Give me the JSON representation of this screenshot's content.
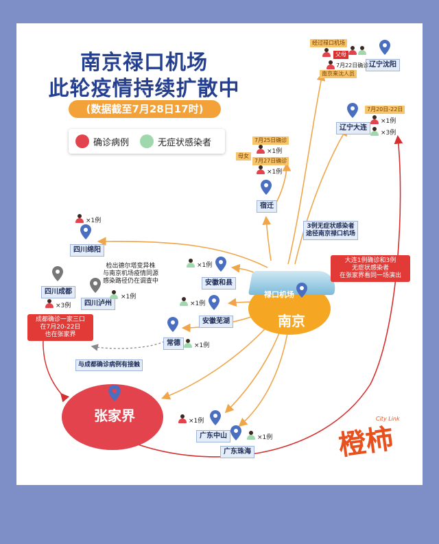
{
  "title": {
    "line1": "南京禄口机场",
    "line2": "此轮疫情持续扩散中"
  },
  "subtitle": "(数据截至7月28日17时)",
  "legend": {
    "confirmed": "确诊病例",
    "asymptomatic": "无症状感染者"
  },
  "colors": {
    "confirmed": "#e2434c",
    "asymptomatic": "#9fd8ad",
    "pin": "#4a6fc0",
    "arrow": "#f0a548",
    "red_arrow": "#d62f2f"
  },
  "hub": {
    "airport": "禄口机场",
    "city": "南京"
  },
  "zhangjiajie": "张家界",
  "cities": {
    "shenyang": "辽宁沈阳",
    "dalian": "辽宁大连",
    "suqian": "宿迁",
    "mianyang": "四川绵阳",
    "chengdu": "四川成都",
    "luzhou": "四川泸州",
    "hexian": "安徽和县",
    "wuhu": "安徽芜湖",
    "changde": "常德",
    "zhongshan": "广东中山",
    "zhuhai": "广东珠海"
  },
  "counts": {
    "dalian_c": "×1例",
    "dalian_a": "×3例",
    "suqian_1": "×1例",
    "suqian_2": "×1例",
    "mianyang": "×1例",
    "chengdu": "×3例",
    "luzhou": "×1例",
    "hexian": "×1例",
    "wuhu": "×1例",
    "changde": "×1例",
    "zhongshan": "×1例",
    "zhuhai": "×1例"
  },
  "labels": {
    "shenyang_transit": "经过禄口机场",
    "father": "父母",
    "shenyang_date": "7月22日确诊",
    "shenyang_visitor": "南京来沈人员",
    "dalian_date": "7月20日-22日",
    "suqian_date1": "7月25日确诊",
    "mother": "母女",
    "suqian_date2": "7月27日确诊",
    "asym_via": "3例无症状感染者\n途径南京禄口机场",
    "delta_note": "检出德尔塔变异株\n与南京机场疫情同源\n感染路径仍在调查中",
    "dalian_note": "大连1例确诊和3例\n无症状感染者\n在张家界看同一场演出",
    "chengdu_note": "成都确诊一家三口\n在7月20-22日\n也在张家界",
    "contact_note": "与成都确诊病例有接触"
  },
  "brand": {
    "name": "橙柿",
    "sub": "City Link"
  }
}
